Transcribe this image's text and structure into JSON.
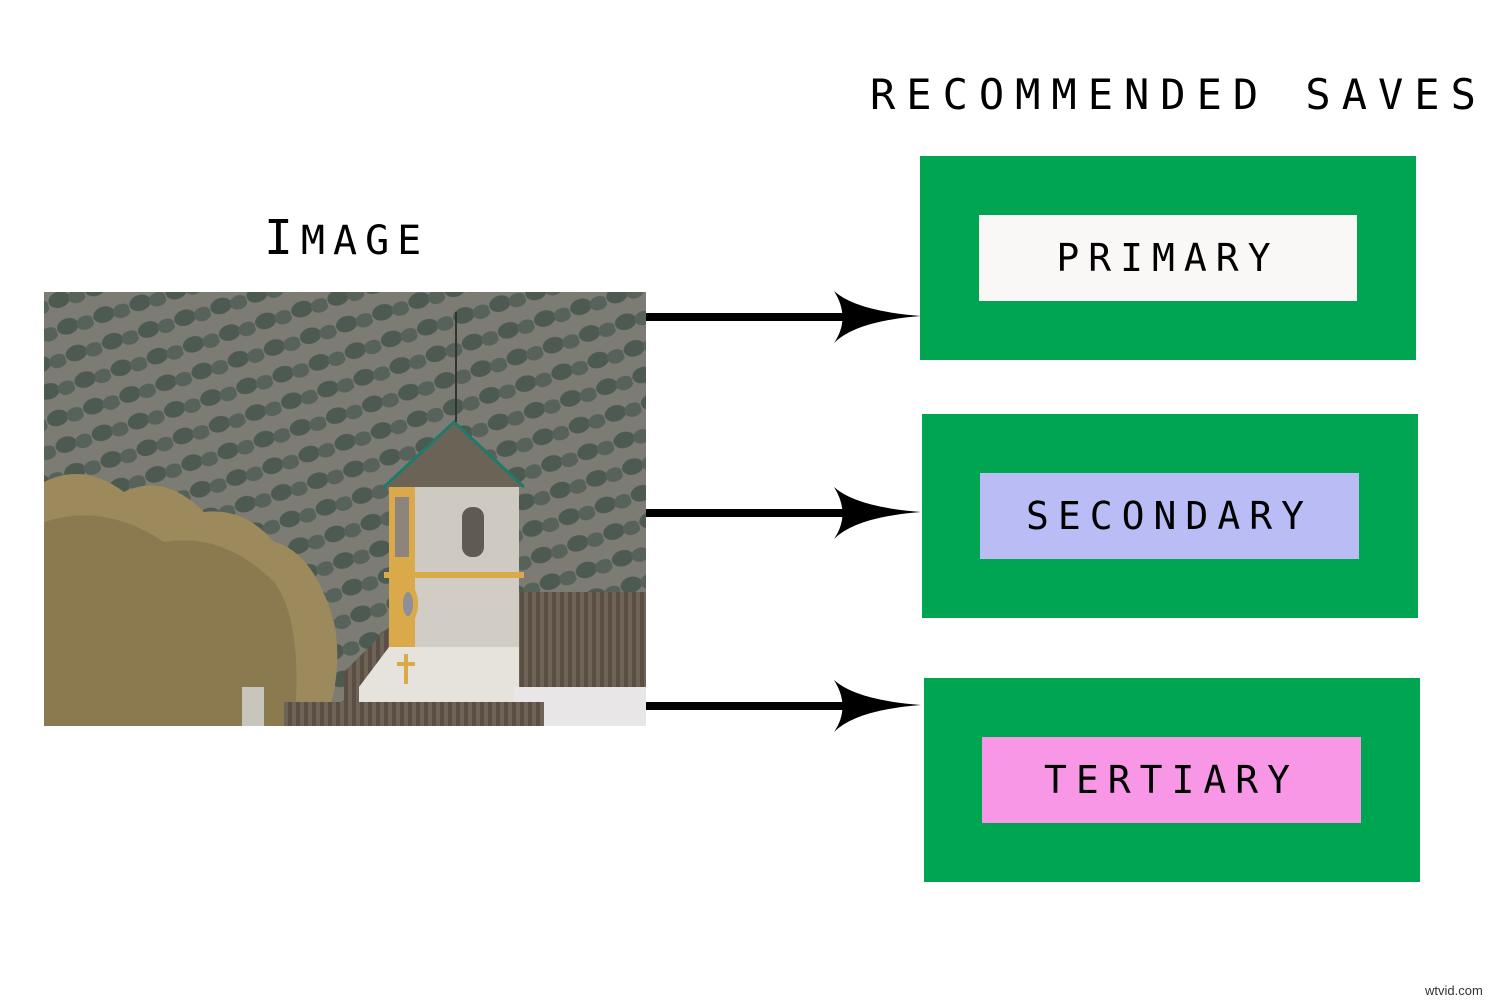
{
  "headings": {
    "recommended_saves": "RECOMMENDED SAVES",
    "image_initial": "I",
    "image_rest": "MAGE"
  },
  "photo": {
    "description": "Church bell tower with yellow-trimmed white walls and tiled roof in front of a hillside of olive-tree rows, golden tree in left foreground"
  },
  "saves": [
    {
      "label": "PRIMARY",
      "outer_color": "#00a551",
      "inner_color": "#faf7f7"
    },
    {
      "label": "SECONDARY",
      "outer_color": "#00a551",
      "inner_color": "#b9bcf5"
    },
    {
      "label": "TERTIARY",
      "outer_color": "#00a551",
      "inner_color": "#f797e6"
    }
  ],
  "arrows": [
    "arrow-right",
    "arrow-right",
    "arrow-right"
  ],
  "watermark": "wtvid.com"
}
